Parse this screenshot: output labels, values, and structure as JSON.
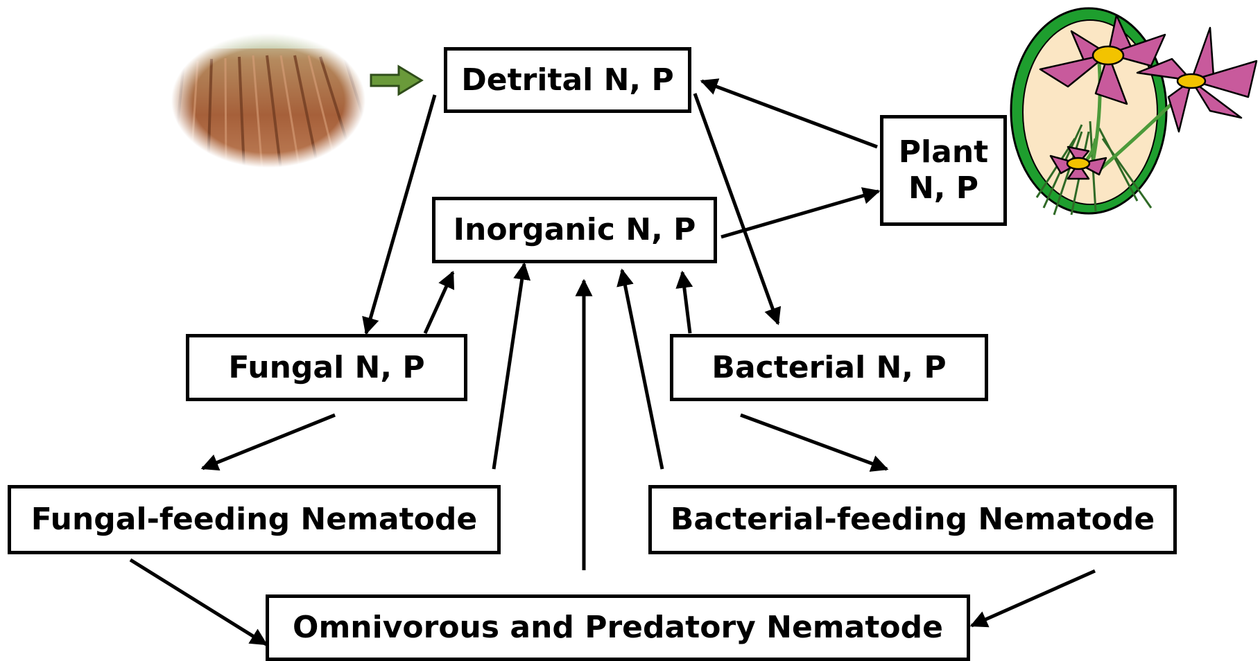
{
  "diagram": {
    "nodes": {
      "detrital": "Detrital N, P",
      "inorganic": "Inorganic N, P",
      "plant_line1": "Plant",
      "plant_line2": "N, P",
      "fungal": "Fungal N, P",
      "bacterial": "Bacterial N, P",
      "fungal_nematode": "Fungal-feeding Nematode",
      "bacterial_nematode": "Bacterial-feeding Nematode",
      "omnivorous_nematode": "Omnivorous and Predatory Nematode"
    },
    "edges": [
      {
        "from": "plant",
        "to": "detrital"
      },
      {
        "from": "inorganic",
        "to": "plant"
      },
      {
        "from": "detrital",
        "to": "fungal"
      },
      {
        "from": "detrital",
        "to": "bacterial"
      },
      {
        "from": "fungal",
        "to": "inorganic"
      },
      {
        "from": "bacterial",
        "to": "inorganic"
      },
      {
        "from": "fungal",
        "to": "fungal_nematode"
      },
      {
        "from": "bacterial",
        "to": "bacterial_nematode"
      },
      {
        "from": "fungal_nematode",
        "to": "inorganic"
      },
      {
        "from": "bacterial_nematode",
        "to": "inorganic"
      },
      {
        "from": "omnivorous_nematode",
        "to": "inorganic"
      },
      {
        "from": "fungal_nematode",
        "to": "omnivorous_nematode"
      },
      {
        "from": "bacterial_nematode",
        "to": "omnivorous_nematode"
      },
      {
        "from": "field",
        "to": "detrital"
      }
    ],
    "colors": {
      "input_arrow": "#6a9a3a",
      "soil": "#a8633e",
      "petal": "#c85a9c",
      "flower_center": "#f2c300",
      "frame_ring": "#1e9e2e",
      "frame_bg": "#fbe6c4",
      "stem": "#4c9a3a"
    },
    "icons": [
      "field-photo",
      "flower-clipart"
    ]
  }
}
